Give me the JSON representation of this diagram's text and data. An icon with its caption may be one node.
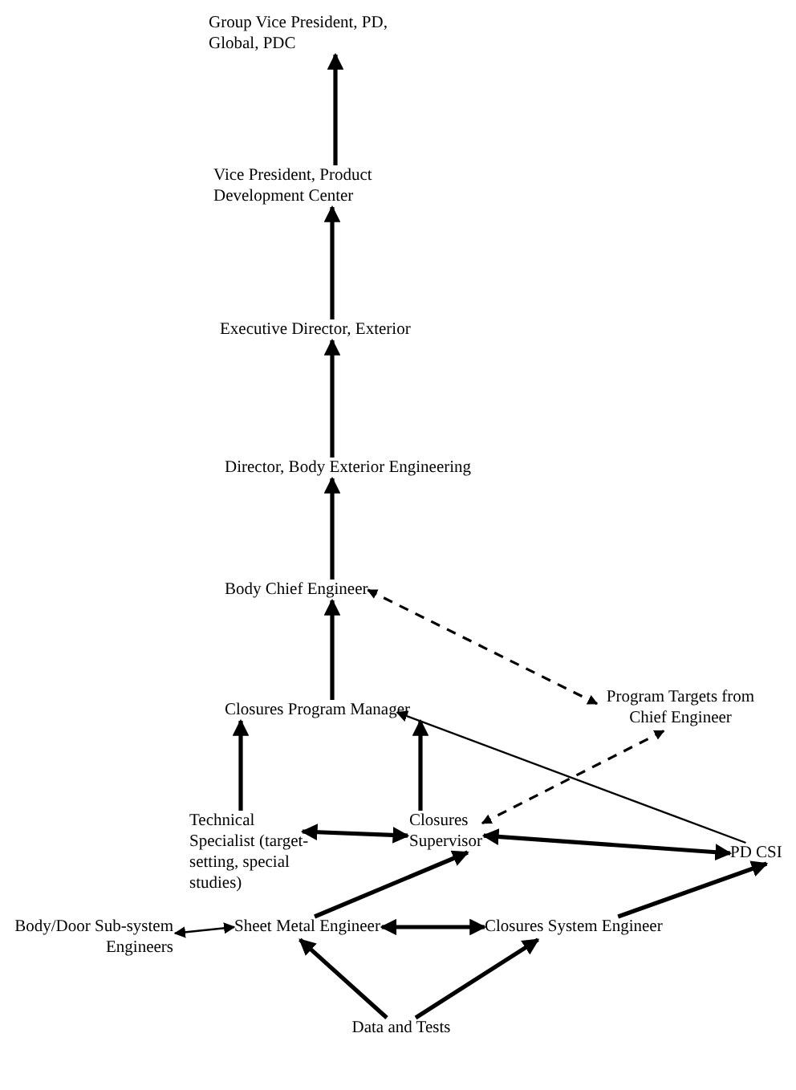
{
  "diagram": {
    "nodes": [
      {
        "text": [
          "Group Vice President, PD, Global, PDC"
        ]
      },
      {
        "text": [
          "Vice President, Product Development Center"
        ]
      },
      {
        "text": [
          "Executive Director, Exterior"
        ]
      },
      {
        "text": [
          "Director, Body Exterior Engineering"
        ]
      },
      {
        "text": [
          "Body Chief Engineer"
        ]
      },
      {
        "text": [
          "Closures Program Manager"
        ]
      },
      {
        "text": [
          "Program Targets from Chief Engineer"
        ]
      },
      {
        "text": [
          "Technical Specialist (target-setting, special studies)"
        ]
      },
      {
        "text": [
          "Closures Supervisor"
        ]
      },
      {
        "text": [
          "PD CSI"
        ]
      },
      {
        "text": [
          "Body/Door Sub-system Engineers"
        ]
      },
      {
        "text": [
          "Sheet Metal Engineer"
        ]
      },
      {
        "text": [
          "Closures System Engineer"
        ]
      },
      {
        "text": [
          "Data and Tests"
        ]
      }
    ],
    "edges": [
      {
        "from": 1,
        "to": 0,
        "arrow": "to"
      },
      {
        "from": 2,
        "to": 1,
        "arrow": "to"
      },
      {
        "from": 3,
        "to": 2,
        "arrow": "to"
      },
      {
        "from": 4,
        "to": 3,
        "arrow": "to"
      },
      {
        "from": 5,
        "to": 4,
        "arrow": "to"
      },
      {
        "from": 4,
        "to": 6,
        "arrow": "both",
        "style": "dashed"
      },
      {
        "from": 7,
        "to": 5,
        "arrow": "to"
      },
      {
        "from": 8,
        "to": 5,
        "arrow": "to"
      },
      {
        "from": 6,
        "to": 8,
        "arrow": "both",
        "style": "dashed"
      },
      {
        "from": 9,
        "to": 5,
        "arrow": "to"
      },
      {
        "from": 7,
        "to": 8,
        "arrow": "both"
      },
      {
        "from": 8,
        "to": 9,
        "arrow": "both"
      },
      {
        "from": 11,
        "to": 8,
        "arrow": "to"
      },
      {
        "from": 12,
        "to": 9,
        "arrow": "to"
      },
      {
        "from": 10,
        "to": 11,
        "arrow": "both"
      },
      {
        "from": 11,
        "to": 12,
        "arrow": "both"
      },
      {
        "from": 13,
        "to": 11,
        "arrow": "to"
      },
      {
        "from": 13,
        "to": 12,
        "arrow": "to"
      }
    ]
  }
}
